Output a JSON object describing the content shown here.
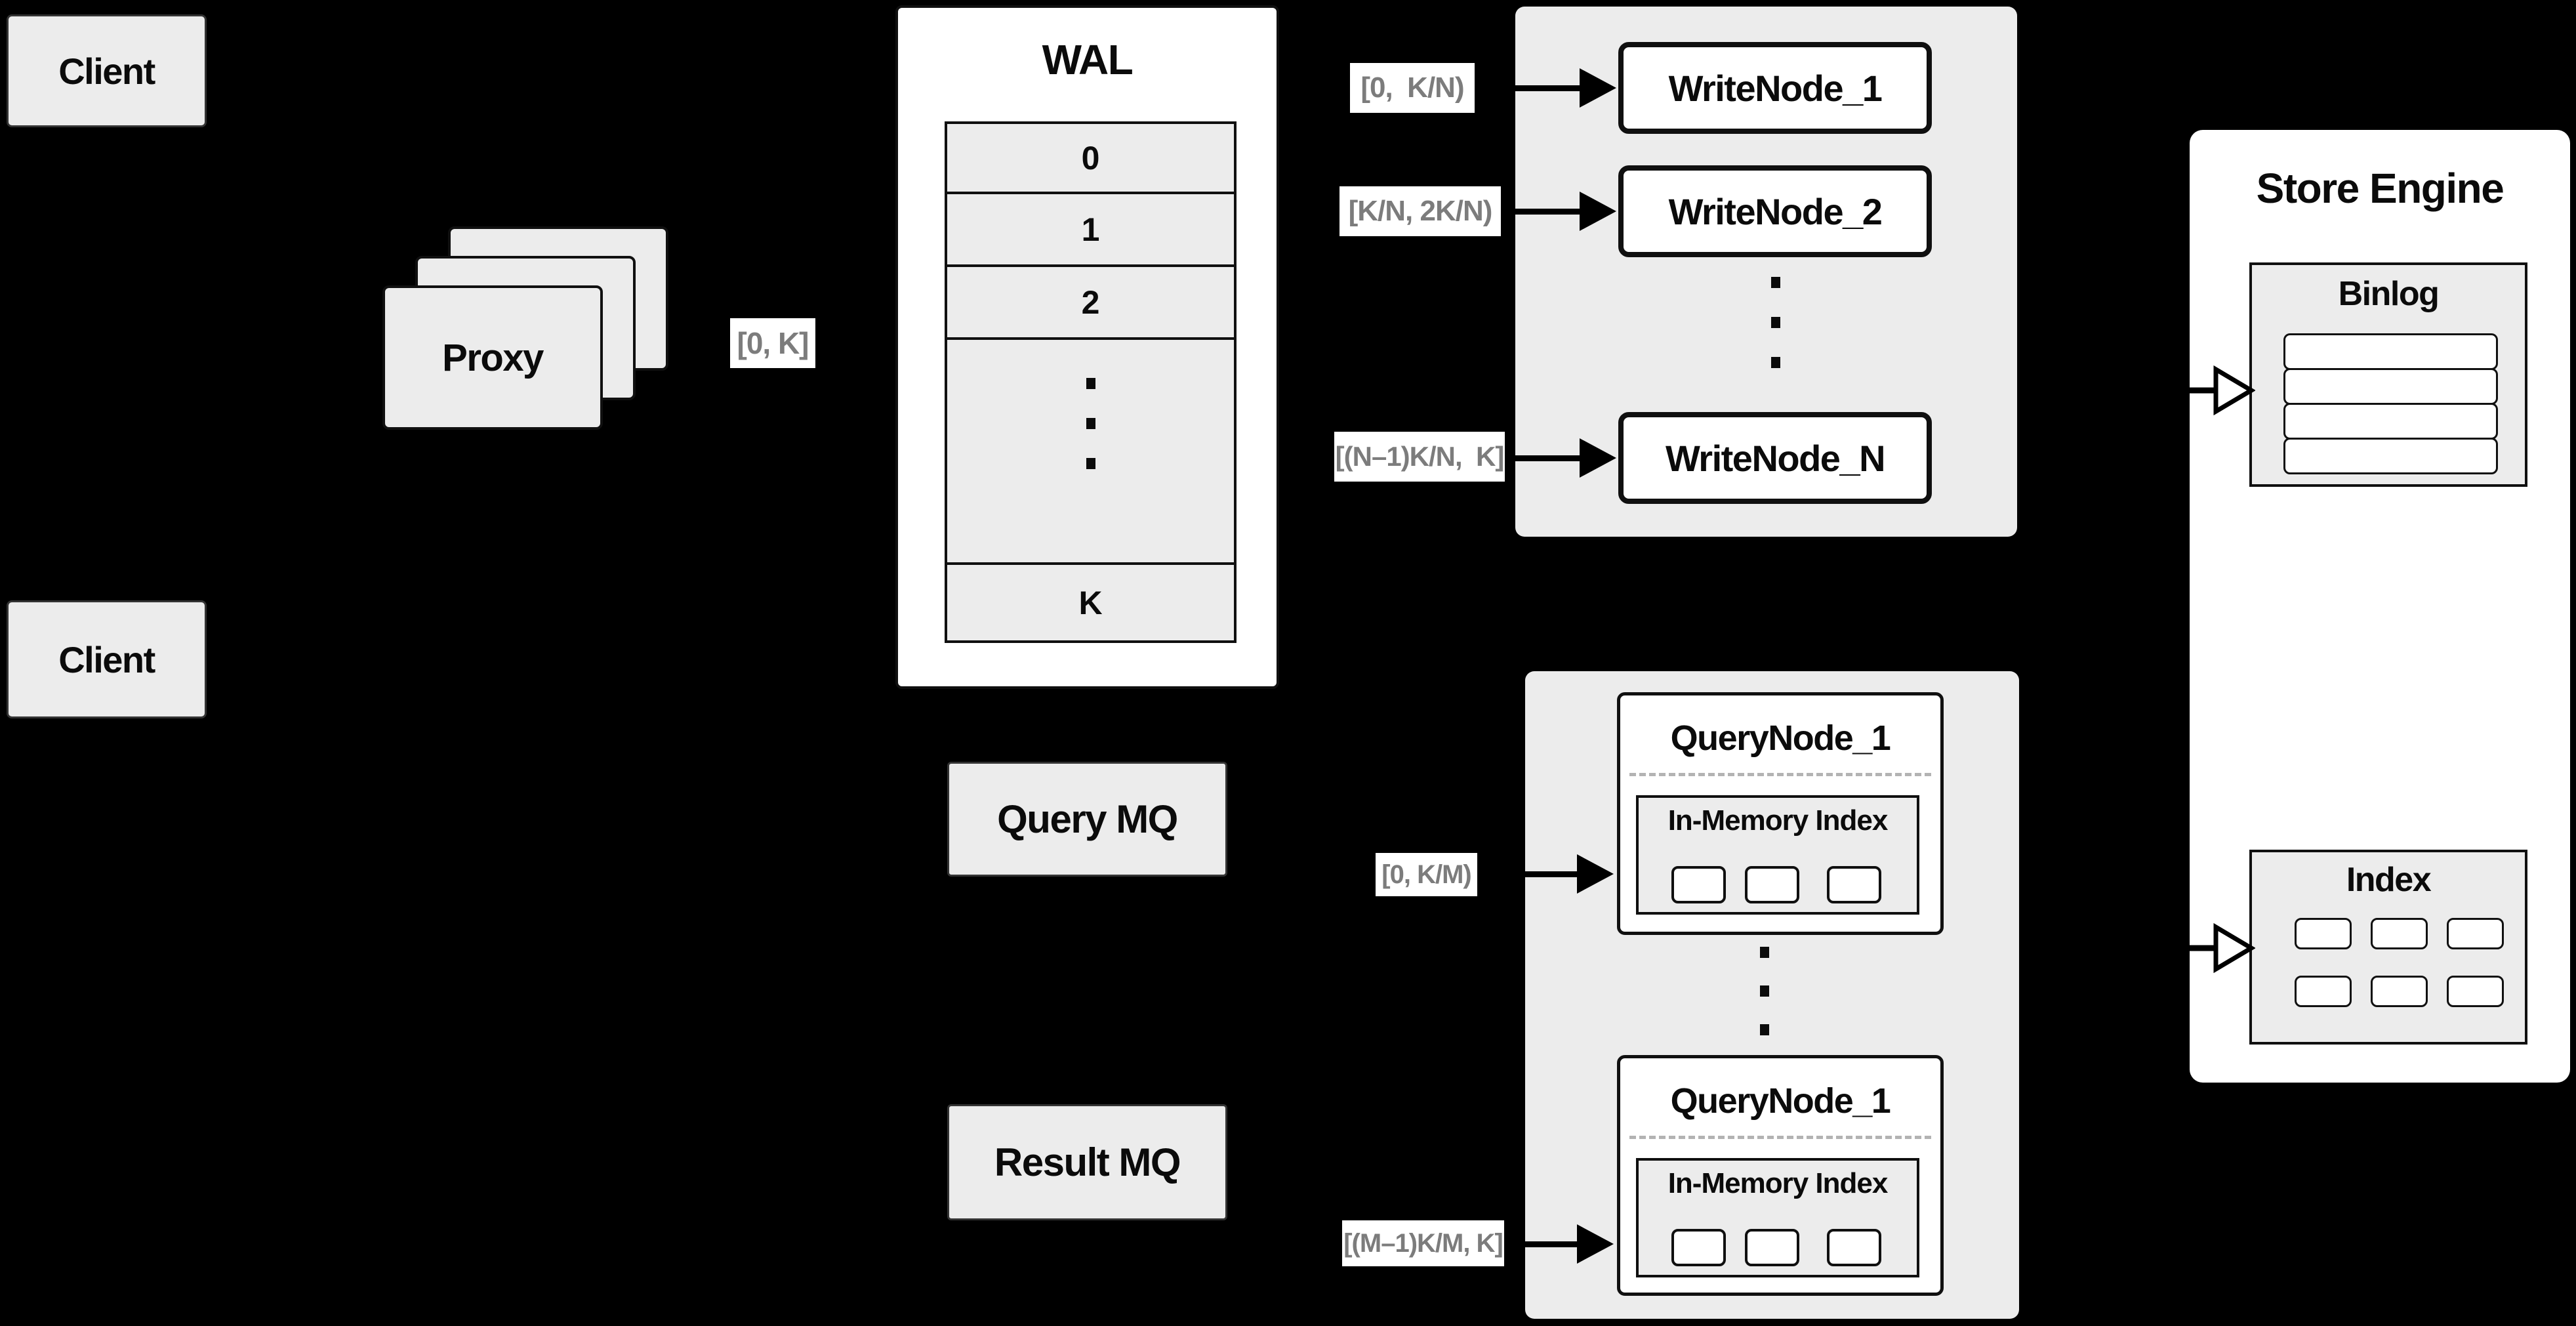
{
  "clients": {
    "top": "Client",
    "bottom": "Client"
  },
  "proxy": {
    "label": "Proxy"
  },
  "wal": {
    "title": "WAL",
    "rows": [
      "0",
      "1",
      "2"
    ],
    "ellipsis": "...",
    "last_row": "K"
  },
  "ranges": {
    "proxy_to_wal": "[0, K]",
    "write_1": "[0,  K/N)",
    "write_2": "[K/N, 2K/N)",
    "write_n": "[(N–1)K/N,  K]",
    "query_1": "[0, K/M)",
    "query_m": "[(M–1)K/M, K]"
  },
  "write_nodes": {
    "node_1": "WriteNode_1",
    "node_2": "WriteNode_2",
    "node_n": "WriteNode_N",
    "ellipsis": "..."
  },
  "query_nodes": {
    "top": {
      "title": "QueryNode_1",
      "index_label": "In-Memory Index"
    },
    "bottom": {
      "title": "QueryNode_1",
      "index_label": "In-Memory Index"
    },
    "ellipsis": "..."
  },
  "mq": {
    "query_label": "Query MQ",
    "result_label": "Result MQ"
  },
  "store_engine": {
    "title": "Store Engine",
    "binlog_title": "Binlog",
    "index_title": "Index"
  },
  "colors": {
    "background": "#000000",
    "box_fill": "#ececec",
    "white": "#ffffff",
    "line": "#101010",
    "range_text": "#7c7c7c"
  }
}
